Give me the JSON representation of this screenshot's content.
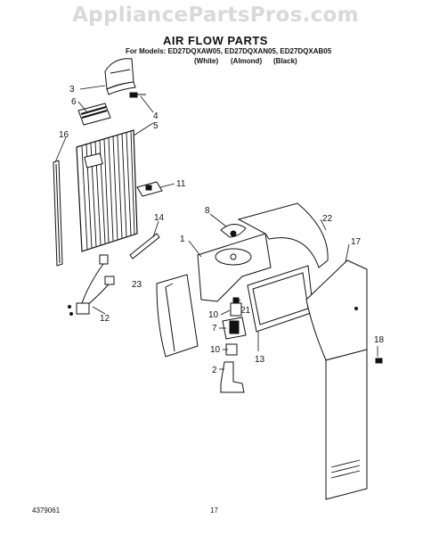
{
  "watermark": "AppliancePartsPros.com",
  "title": "AIR FLOW PARTS",
  "models_line": "For Models: ED27DQXAW05, ED27DQXAN05, ED27DQXAB05",
  "colors": [
    "(White)",
    "(Almond)",
    "(Black)"
  ],
  "footer": {
    "doc_number": "4379061",
    "page_number": "17"
  },
  "callouts": [
    "1",
    "2",
    "3",
    "4",
    "5",
    "6",
    "7",
    "8",
    "10",
    "10",
    "11",
    "12",
    "13",
    "14",
    "16",
    "17",
    "18",
    "21",
    "22",
    "23"
  ]
}
